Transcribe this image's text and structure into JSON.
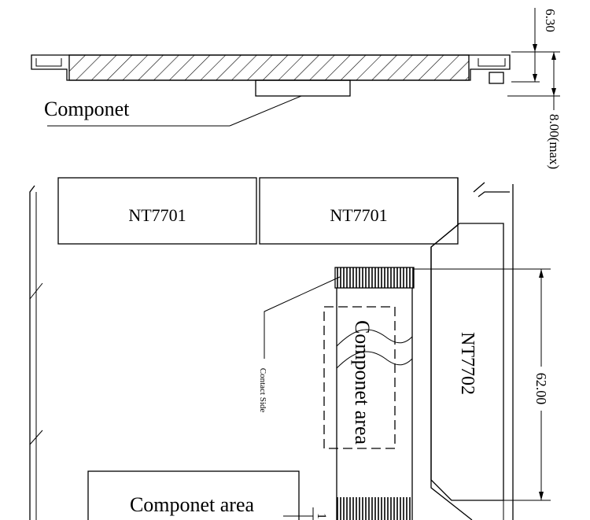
{
  "labels": {
    "side_component": "Componet",
    "dim_thickness": "6.30",
    "dim_max": "8.00(max)",
    "chip_left": "NT7701",
    "chip_right": "NT7701",
    "chip_vertical": "NT7702",
    "component_area_vertical": "Componet area",
    "contact_side": "Contact Side",
    "dim_height": "62.00",
    "component_area_bottom": "Componet area",
    "partial_dim": "1"
  }
}
